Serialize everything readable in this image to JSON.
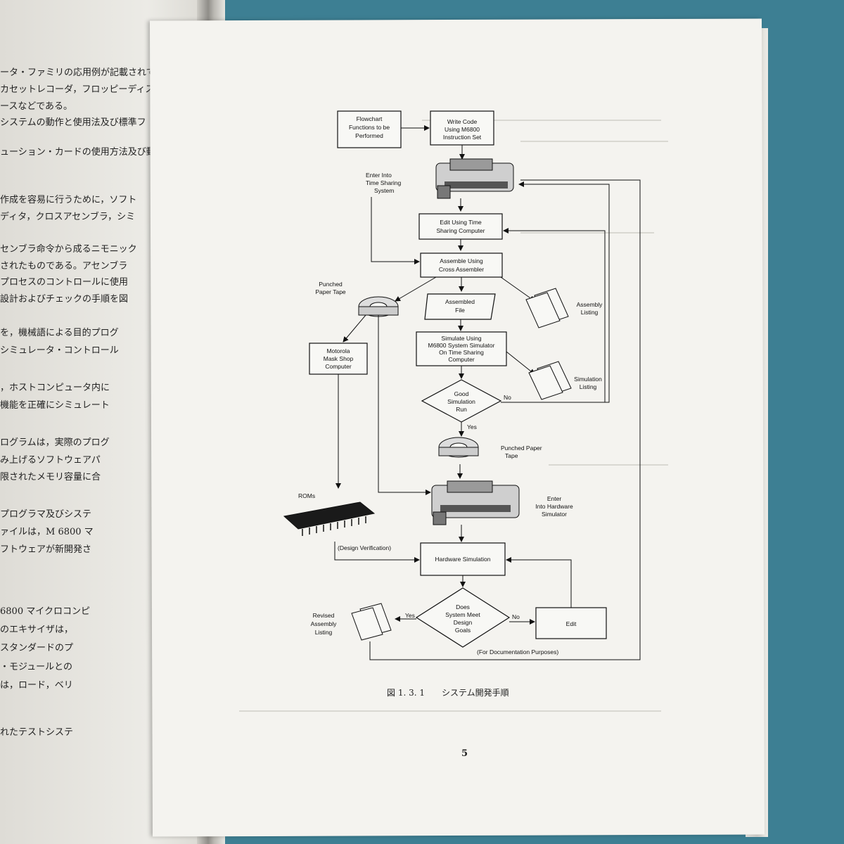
{
  "left_page": {
    "lines": [
      "ータ・ファミリの応用例が記載されてい",
      "カセットレコーダ，フロッピーディス",
      "ースなどである。",
      "システムの動作と使用法及び標準フ",
      "ューション・カードの使用方法及び動",
      "作成を容易に行うために，ソフト",
      "ディタ，クロスアセンブラ，シミ",
      "センブラ命令から成るニモニック",
      "されたものである。アセンブラ",
      "プロセスのコントロールに使用",
      "設計およびチェックの手順を図",
      "を，機械語による目的プログ",
      "シミュレータ・コントロール",
      "，ホストコンピュータ内に",
      "機能を正確にシミュレート",
      "ログラムは，実際のプログ",
      "み上げるソフトウェアパ",
      "限されたメモリ容量に合",
      "プログラマ及びシステ",
      "ァイルは，M 6800 マ",
      "フトウェアが新開発さ",
      "6800 マイクロコンピ",
      "のエキサイザは，",
      "スタンダードのプ",
      "・モジュールとの",
      "は，ロード，ベリ",
      "れたテストシステ"
    ]
  },
  "flowchart": {
    "nodes": {
      "flowchart_functions": [
        "Flowchart",
        "Functions to be",
        "Performed"
      ],
      "write_code": [
        "Write Code",
        "Using M6800",
        "Instruction Set"
      ],
      "enter_time_sharing": [
        "Enter Into",
        "Time Sharing",
        "System"
      ],
      "edit_time_sharing": [
        "Edit Using Time",
        "Sharing Computer"
      ],
      "assemble": [
        "Assemble Using",
        "Cross Assembler"
      ],
      "punched_paper_tape_1": [
        "Punched",
        "Paper Tape"
      ],
      "assembled_file": [
        "Assembled",
        "File"
      ],
      "assembly_listing": [
        "Assembly",
        "Listing"
      ],
      "motorola_mask_shop": [
        "Motorola",
        "Mask Shop",
        "Computer"
      ],
      "simulate": [
        "Simulate Using",
        "M6800 System Simulator",
        "On Time Sharing",
        "Computer"
      ],
      "simulation_listing": [
        "Simulation",
        "Listing"
      ],
      "good_simulation": [
        "Good",
        "Simulation",
        "Run"
      ],
      "punched_paper_tape_2": [
        "Punched Paper",
        "Tape"
      ],
      "roms": "ROMs",
      "enter_hardware": [
        "Enter",
        "Into Hardware",
        "Simulator"
      ],
      "design_verification": "(Design Verification)",
      "hardware_simulation": "Hardware Simulation",
      "does_system_meet": [
        "Does",
        "System Meet",
        "Design",
        "Goals"
      ],
      "edit": "Edit",
      "revised_assembly": [
        "Revised",
        "Assembly",
        "Listing"
      ],
      "documentation": "(For Documentation Purposes)"
    },
    "labels": {
      "yes": "Yes",
      "no": "No"
    }
  },
  "caption": "図 1. 3. 1　　システム開発手順",
  "page_number": "5"
}
